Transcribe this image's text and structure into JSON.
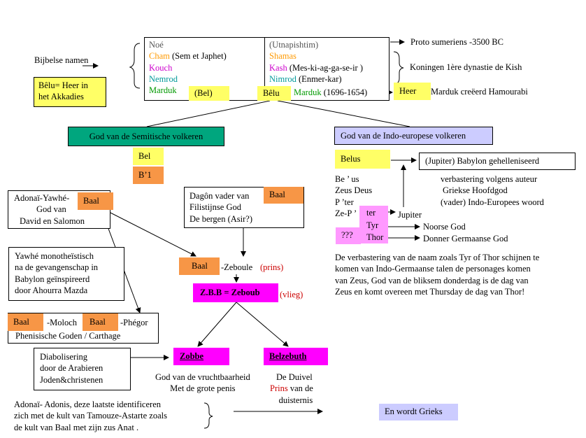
{
  "top_table": {
    "left": {
      "r1": "Noé",
      "r2a": "Cham",
      "r2b": " (Sem et Japhet)",
      "r3": "Kouch",
      "r4": "Nemrod",
      "r5": "Marduk"
    },
    "right": {
      "r1": "(Utnapishtim)",
      "r2": "Shamas",
      "r3a": "Kash",
      "r3b": " (Mes-ki-ag-ga-se-ir )",
      "r4a": "Nimrod",
      "r4b": " (Enmer-kar)",
      "r5a": "Marduk",
      "r5b": " (1696-1654)"
    },
    "bel_tag": "(Bel)",
    "belu_tag": "Bêlu"
  },
  "bijbelse_namen": "Bijbelse namen",
  "belu_note": [
    "Bêlu= Heer in",
    "het Akkadies"
  ],
  "proto": "Proto sumeriens -3500 BC",
  "koningen": "Koningen 1ère dynastie de Kish",
  "heer_tag": "Heer",
  "marduk_created": "Marduk creëerd Hamourabi",
  "semitic_header": "God van de Semitische volkeren",
  "indo_header": "God van de Indo-europese volkeren",
  "bel": "Bel",
  "b1": "B’1",
  "adonai_box": [
    "Adonaï-Yawhé-",
    "God van",
    "David en Salomon"
  ],
  "baal": "Baal",
  "dagon_box": [
    "Dagôn vader van",
    "Filistijnse God",
    "De bergen (Asir?)"
  ],
  "yahwe_box": [
    "Yawhé monotheïstisch",
    "na de gevangenschap in",
    "Babylon geïnspireerd",
    "door Ahourra Mazda"
  ],
  "zeboule": "-Zeboule",
  "prins": "(prins)",
  "zbb": "Z.B.B = Zeboub",
  "vlieg": "(vlieg)",
  "moloch": "-Moloch",
  "phegor": "-Phégor",
  "phenisische": "Phenisische Goden / Carthage",
  "diabolisering": [
    "Diabolisering",
    "door de Arabieren",
    "Joden&christenen"
  ],
  "zobbe": "Zobbe",
  "belzebuth": "Belzebuth",
  "zobbe_desc": [
    "God van de vruchtbaarheid",
    "Met de grote penis"
  ],
  "duivel": [
    "De Duivel"
  ],
  "prins_label": "Prins",
  "prins_rest": " van de",
  "duisternis": "duisternis",
  "adonis_note": [
    "Adonaï- Adonis, deze laatste identificeren",
    "zich met de kult van Tamouze-Astarte zoals",
    "de kult van Baal met zijn zus Anat ."
  ],
  "grieks": "En wordt Grieks",
  "belus": "Belus",
  "jupiter_box": "(Jupiter)   Babylon gehelleniseerd",
  "indo_left": [
    "Be ’ us",
    "Zeus Deus",
    "P ’ter",
    "Ze-P ’"
  ],
  "indo_right": [
    "verbastering volgens auteur",
    "Griekse Hoofdgod",
    "(vader) Indo-Europees woord"
  ],
  "ter": "ter",
  "tyr": "Tyr",
  "thor": "Thor",
  "qqq": "???",
  "jupiter": "Jupiter",
  "noorse": "Noorse God",
  "donner": "Donner Germaanse God",
  "paragraph": [
    "De verbastering van de naam zoals Tyr of Thor schijnen te",
    "komen van Indo-Germaanse talen de personages komen",
    "van Zeus, God van de bliksem donderdag is de dag van",
    "Zeus en komt overeen met Thursday de dag van Thor!"
  ],
  "colors": {
    "orange": "#f79646",
    "yellow": "#ffff66",
    "teal": "#00a67e",
    "lavender": "#ccccff",
    "magenta": "#ff00ff",
    "pink": "#ff99ff"
  }
}
